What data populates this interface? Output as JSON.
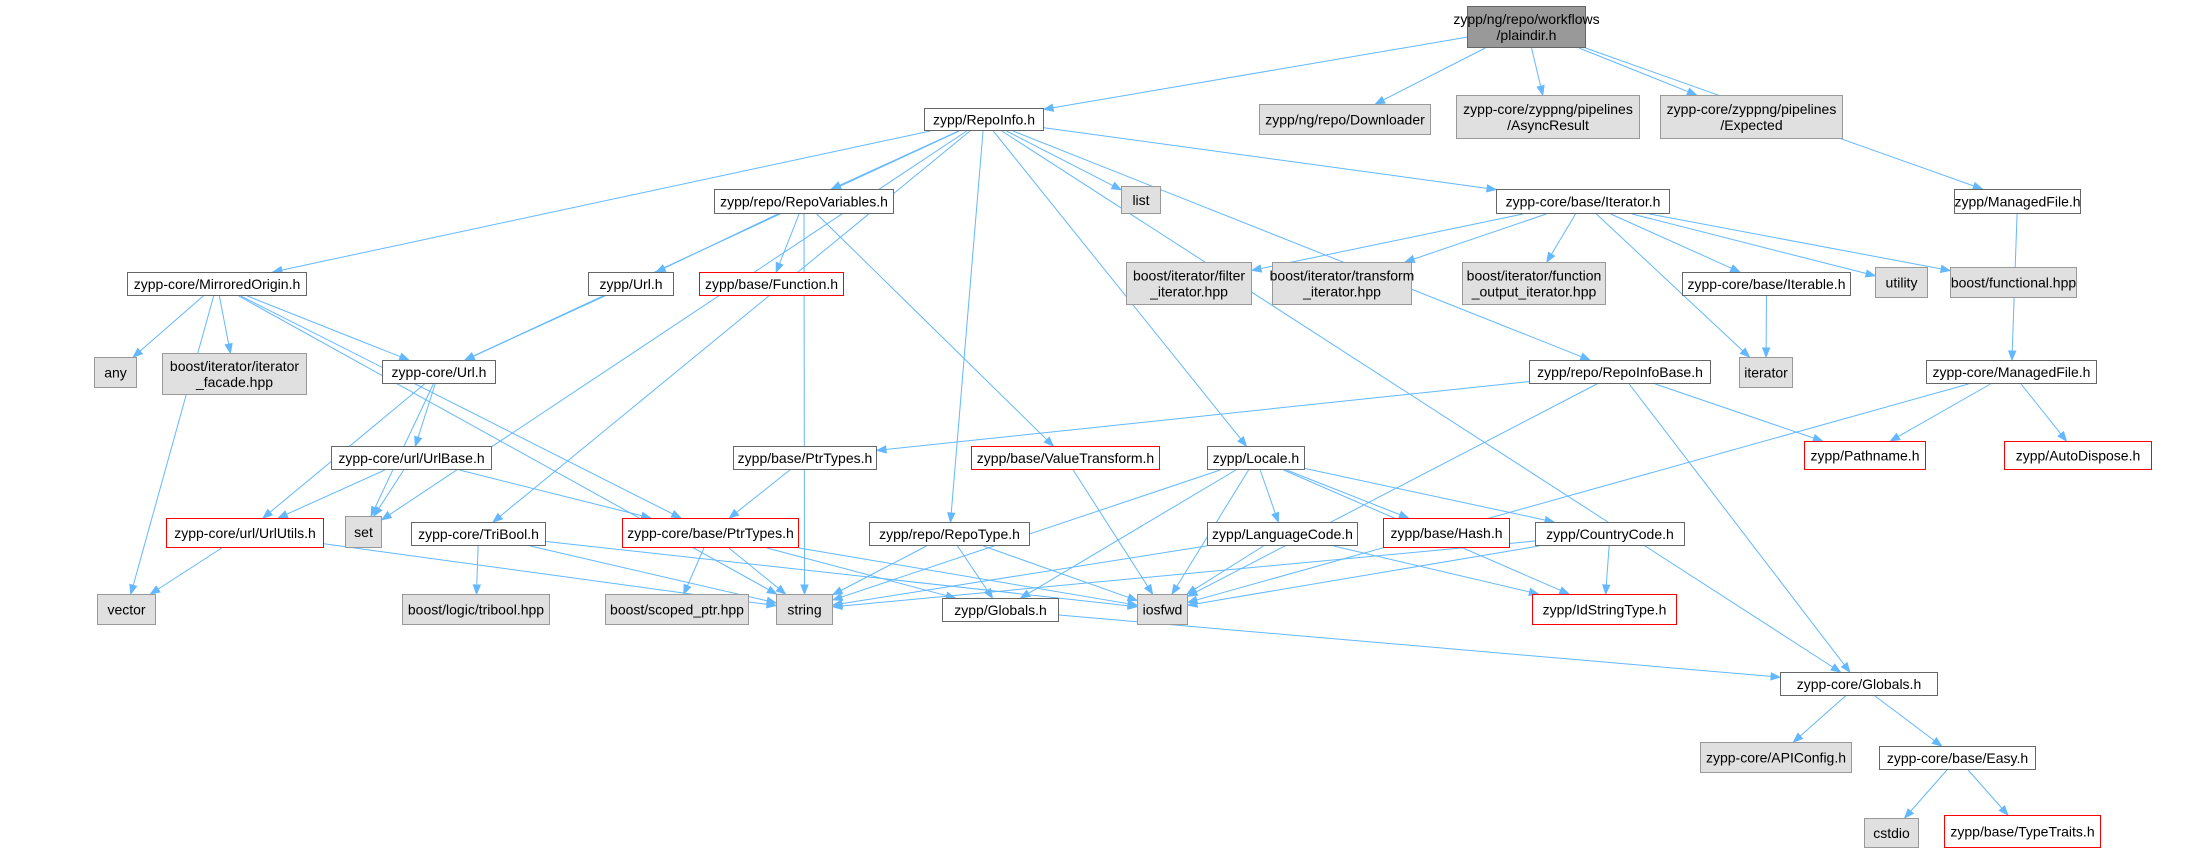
{
  "style": {
    "edge_color": "#63b8ff",
    "root_fill": "#999999",
    "root_border": "#666666",
    "file_fill": "#ffffff",
    "file_border": "#666666",
    "external_fill": "#e0e0e0",
    "external_border": "#999999",
    "truncated_border": "#ff0000"
  },
  "nodes": [
    {
      "id": "root",
      "kind": "root",
      "lines": [
        "zypp/ng/repo/workflows",
        "/plaindir.h"
      ]
    },
    {
      "id": "repoinfo",
      "kind": "file",
      "lines": [
        "zypp/RepoInfo.h"
      ]
    },
    {
      "id": "downloader",
      "kind": "external",
      "lines": [
        "zypp/ng/repo/Downloader"
      ]
    },
    {
      "id": "asyncresult",
      "kind": "external",
      "lines": [
        "zypp-core/zyppng/pipelines",
        "/AsyncResult"
      ]
    },
    {
      "id": "expected",
      "kind": "external",
      "lines": [
        "zypp-core/zyppng/pipelines",
        "/Expected"
      ]
    },
    {
      "id": "managedfile_h",
      "kind": "file",
      "lines": [
        "zypp/ManagedFile.h"
      ]
    },
    {
      "id": "repovariables",
      "kind": "file",
      "lines": [
        "zypp/repo/RepoVariables.h"
      ]
    },
    {
      "id": "list",
      "kind": "external",
      "lines": [
        "list"
      ]
    },
    {
      "id": "iterator_h",
      "kind": "file",
      "lines": [
        "zypp-core/base/Iterator.h"
      ]
    },
    {
      "id": "mirroredorigin",
      "kind": "file",
      "lines": [
        "zypp-core/MirroredOrigin.h"
      ]
    },
    {
      "id": "zypp_url",
      "kind": "file",
      "lines": [
        "zypp/Url.h"
      ]
    },
    {
      "id": "function_h",
      "kind": "truncated",
      "lines": [
        "zypp/base/Function.h"
      ]
    },
    {
      "id": "filter_iter",
      "kind": "external",
      "lines": [
        "boost/iterator/filter",
        "_iterator.hpp"
      ]
    },
    {
      "id": "transform_iter",
      "kind": "external",
      "lines": [
        "boost/iterator/transform",
        "_iterator.hpp"
      ]
    },
    {
      "id": "function_output",
      "kind": "external",
      "lines": [
        "boost/iterator/function",
        "_output_iterator.hpp"
      ]
    },
    {
      "id": "iterable_h",
      "kind": "file",
      "lines": [
        "zypp-core/base/Iterable.h"
      ]
    },
    {
      "id": "utility",
      "kind": "external",
      "lines": [
        "utility"
      ]
    },
    {
      "id": "functional",
      "kind": "external",
      "lines": [
        "boost/functional.hpp"
      ]
    },
    {
      "id": "any",
      "kind": "external",
      "lines": [
        "any"
      ]
    },
    {
      "id": "iterator_facade",
      "kind": "external",
      "lines": [
        "boost/iterator/iterator",
        "_facade.hpp"
      ]
    },
    {
      "id": "core_url",
      "kind": "file",
      "lines": [
        "zypp-core/Url.h"
      ]
    },
    {
      "id": "repoinfobase",
      "kind": "file",
      "lines": [
        "zypp/repo/RepoInfoBase.h"
      ]
    },
    {
      "id": "iterator_ext",
      "kind": "external",
      "lines": [
        "iterator"
      ]
    },
    {
      "id": "core_managedfile",
      "kind": "file",
      "lines": [
        "zypp-core/ManagedFile.h"
      ]
    },
    {
      "id": "urlbase",
      "kind": "file",
      "lines": [
        "zypp-core/url/UrlBase.h"
      ]
    },
    {
      "id": "ptrtypes_h",
      "kind": "file",
      "lines": [
        "zypp/base/PtrTypes.h"
      ]
    },
    {
      "id": "valuetransform",
      "kind": "truncated",
      "lines": [
        "zypp/base/ValueTransform.h"
      ]
    },
    {
      "id": "locale_h",
      "kind": "file",
      "lines": [
        "zypp/Locale.h"
      ]
    },
    {
      "id": "pathname",
      "kind": "truncated",
      "lines": [
        "zypp/Pathname.h"
      ]
    },
    {
      "id": "autodispose",
      "kind": "truncated",
      "lines": [
        "zypp/AutoDispose.h"
      ]
    },
    {
      "id": "urlutils",
      "kind": "truncated",
      "lines": [
        "zypp-core/url/UrlUtils.h"
      ]
    },
    {
      "id": "set",
      "kind": "external",
      "lines": [
        "set"
      ]
    },
    {
      "id": "tribool_h",
      "kind": "file",
      "lines": [
        "zypp-core/TriBool.h"
      ]
    },
    {
      "id": "core_ptrtypes",
      "kind": "truncated",
      "lines": [
        "zypp-core/base/PtrTypes.h"
      ]
    },
    {
      "id": "repotype",
      "kind": "file",
      "lines": [
        "zypp/repo/RepoType.h"
      ]
    },
    {
      "id": "languagecode",
      "kind": "file",
      "lines": [
        "zypp/LanguageCode.h"
      ]
    },
    {
      "id": "hash_h",
      "kind": "truncated",
      "lines": [
        "zypp/base/Hash.h"
      ]
    },
    {
      "id": "countrycode",
      "kind": "file",
      "lines": [
        "zypp/CountryCode.h"
      ]
    },
    {
      "id": "vector",
      "kind": "external",
      "lines": [
        "vector"
      ]
    },
    {
      "id": "tribool_hpp",
      "kind": "external",
      "lines": [
        "boost/logic/tribool.hpp"
      ]
    },
    {
      "id": "scoped_ptr",
      "kind": "external",
      "lines": [
        "boost/scoped_ptr.hpp"
      ]
    },
    {
      "id": "string",
      "kind": "external",
      "lines": [
        "string"
      ]
    },
    {
      "id": "zypp_globals",
      "kind": "file",
      "lines": [
        "zypp/Globals.h"
      ]
    },
    {
      "id": "iosfwd",
      "kind": "external",
      "lines": [
        "iosfwd"
      ]
    },
    {
      "id": "idstringtype",
      "kind": "truncated",
      "lines": [
        "zypp/IdStringType.h"
      ]
    },
    {
      "id": "core_globals",
      "kind": "file",
      "lines": [
        "zypp-core/Globals.h"
      ]
    },
    {
      "id": "apiconfig",
      "kind": "external",
      "lines": [
        "zypp-core/APIConfig.h"
      ]
    },
    {
      "id": "easy_h",
      "kind": "file",
      "lines": [
        "zypp-core/base/Easy.h"
      ]
    },
    {
      "id": "cstdio",
      "kind": "external",
      "lines": [
        "cstdio"
      ]
    },
    {
      "id": "typetraits",
      "kind": "truncated",
      "lines": [
        "zypp/base/TypeTraits.h"
      ]
    }
  ],
  "edges": [
    [
      "root",
      "repoinfo"
    ],
    [
      "root",
      "downloader"
    ],
    [
      "root",
      "asyncresult"
    ],
    [
      "root",
      "expected"
    ],
    [
      "root",
      "managedfile_h"
    ],
    [
      "repoinfo",
      "repovariables"
    ],
    [
      "repoinfo",
      "list"
    ],
    [
      "repoinfo",
      "iterator_h"
    ],
    [
      "repoinfo",
      "mirroredorigin"
    ],
    [
      "repoinfo",
      "core_url"
    ],
    [
      "repoinfo",
      "repoinfobase"
    ],
    [
      "repoinfo",
      "set"
    ],
    [
      "repoinfo",
      "tribool_h"
    ],
    [
      "repoinfo",
      "repotype"
    ],
    [
      "repoinfo",
      "locale_h"
    ],
    [
      "repoinfo",
      "core_globals"
    ],
    [
      "repovariables",
      "zypp_url"
    ],
    [
      "repovariables",
      "function_h"
    ],
    [
      "repovariables",
      "valuetransform"
    ],
    [
      "repovariables",
      "string"
    ],
    [
      "iterator_h",
      "filter_iter"
    ],
    [
      "iterator_h",
      "transform_iter"
    ],
    [
      "iterator_h",
      "function_output"
    ],
    [
      "iterator_h",
      "iterable_h"
    ],
    [
      "iterator_h",
      "utility"
    ],
    [
      "iterator_h",
      "functional"
    ],
    [
      "iterator_h",
      "iterator_ext"
    ],
    [
      "iterable_h",
      "iterator_ext"
    ],
    [
      "managedfile_h",
      "core_managedfile"
    ],
    [
      "mirroredorigin",
      "any"
    ],
    [
      "mirroredorigin",
      "iterator_facade"
    ],
    [
      "mirroredorigin",
      "core_url"
    ],
    [
      "mirroredorigin",
      "core_ptrtypes"
    ],
    [
      "mirroredorigin",
      "vector"
    ],
    [
      "mirroredorigin",
      "string"
    ],
    [
      "zypp_url",
      "core_url"
    ],
    [
      "core_url",
      "urlbase"
    ],
    [
      "core_url",
      "urlutils"
    ],
    [
      "core_url",
      "set"
    ],
    [
      "urlbase",
      "urlutils"
    ],
    [
      "urlbase",
      "set"
    ],
    [
      "urlbase",
      "core_ptrtypes"
    ],
    [
      "urlutils",
      "vector"
    ],
    [
      "urlutils",
      "string"
    ],
    [
      "repoinfobase",
      "ptrtypes_h"
    ],
    [
      "repoinfobase",
      "pathname"
    ],
    [
      "repoinfobase",
      "core_globals"
    ],
    [
      "repoinfobase",
      "iosfwd"
    ],
    [
      "core_managedfile",
      "pathname"
    ],
    [
      "core_managedfile",
      "autodispose"
    ],
    [
      "core_managedfile",
      "iosfwd"
    ],
    [
      "ptrtypes_h",
      "core_ptrtypes"
    ],
    [
      "core_ptrtypes",
      "scoped_ptr"
    ],
    [
      "core_ptrtypes",
      "string"
    ],
    [
      "core_ptrtypes",
      "iosfwd"
    ],
    [
      "core_ptrtypes",
      "zypp_globals"
    ],
    [
      "valuetransform",
      "iosfwd"
    ],
    [
      "tribool_h",
      "tribool_hpp"
    ],
    [
      "tribool_h",
      "string"
    ],
    [
      "tribool_h",
      "iosfwd"
    ],
    [
      "repotype",
      "string"
    ],
    [
      "repotype",
      "iosfwd"
    ],
    [
      "repotype",
      "zypp_globals"
    ],
    [
      "locale_h",
      "string"
    ],
    [
      "locale_h",
      "iosfwd"
    ],
    [
      "locale_h",
      "zypp_globals"
    ],
    [
      "locale_h",
      "languagecode"
    ],
    [
      "locale_h",
      "hash_h"
    ],
    [
      "locale_h",
      "countrycode"
    ],
    [
      "locale_h",
      "idstringtype"
    ],
    [
      "languagecode",
      "string"
    ],
    [
      "languagecode",
      "iosfwd"
    ],
    [
      "languagecode",
      "idstringtype"
    ],
    [
      "countrycode",
      "string"
    ],
    [
      "countrycode",
      "iosfwd"
    ],
    [
      "countrycode",
      "idstringtype"
    ],
    [
      "zypp_globals",
      "core_globals"
    ],
    [
      "core_globals",
      "apiconfig"
    ],
    [
      "core_globals",
      "easy_h"
    ],
    [
      "easy_h",
      "cstdio"
    ],
    [
      "easy_h",
      "typetraits"
    ]
  ]
}
